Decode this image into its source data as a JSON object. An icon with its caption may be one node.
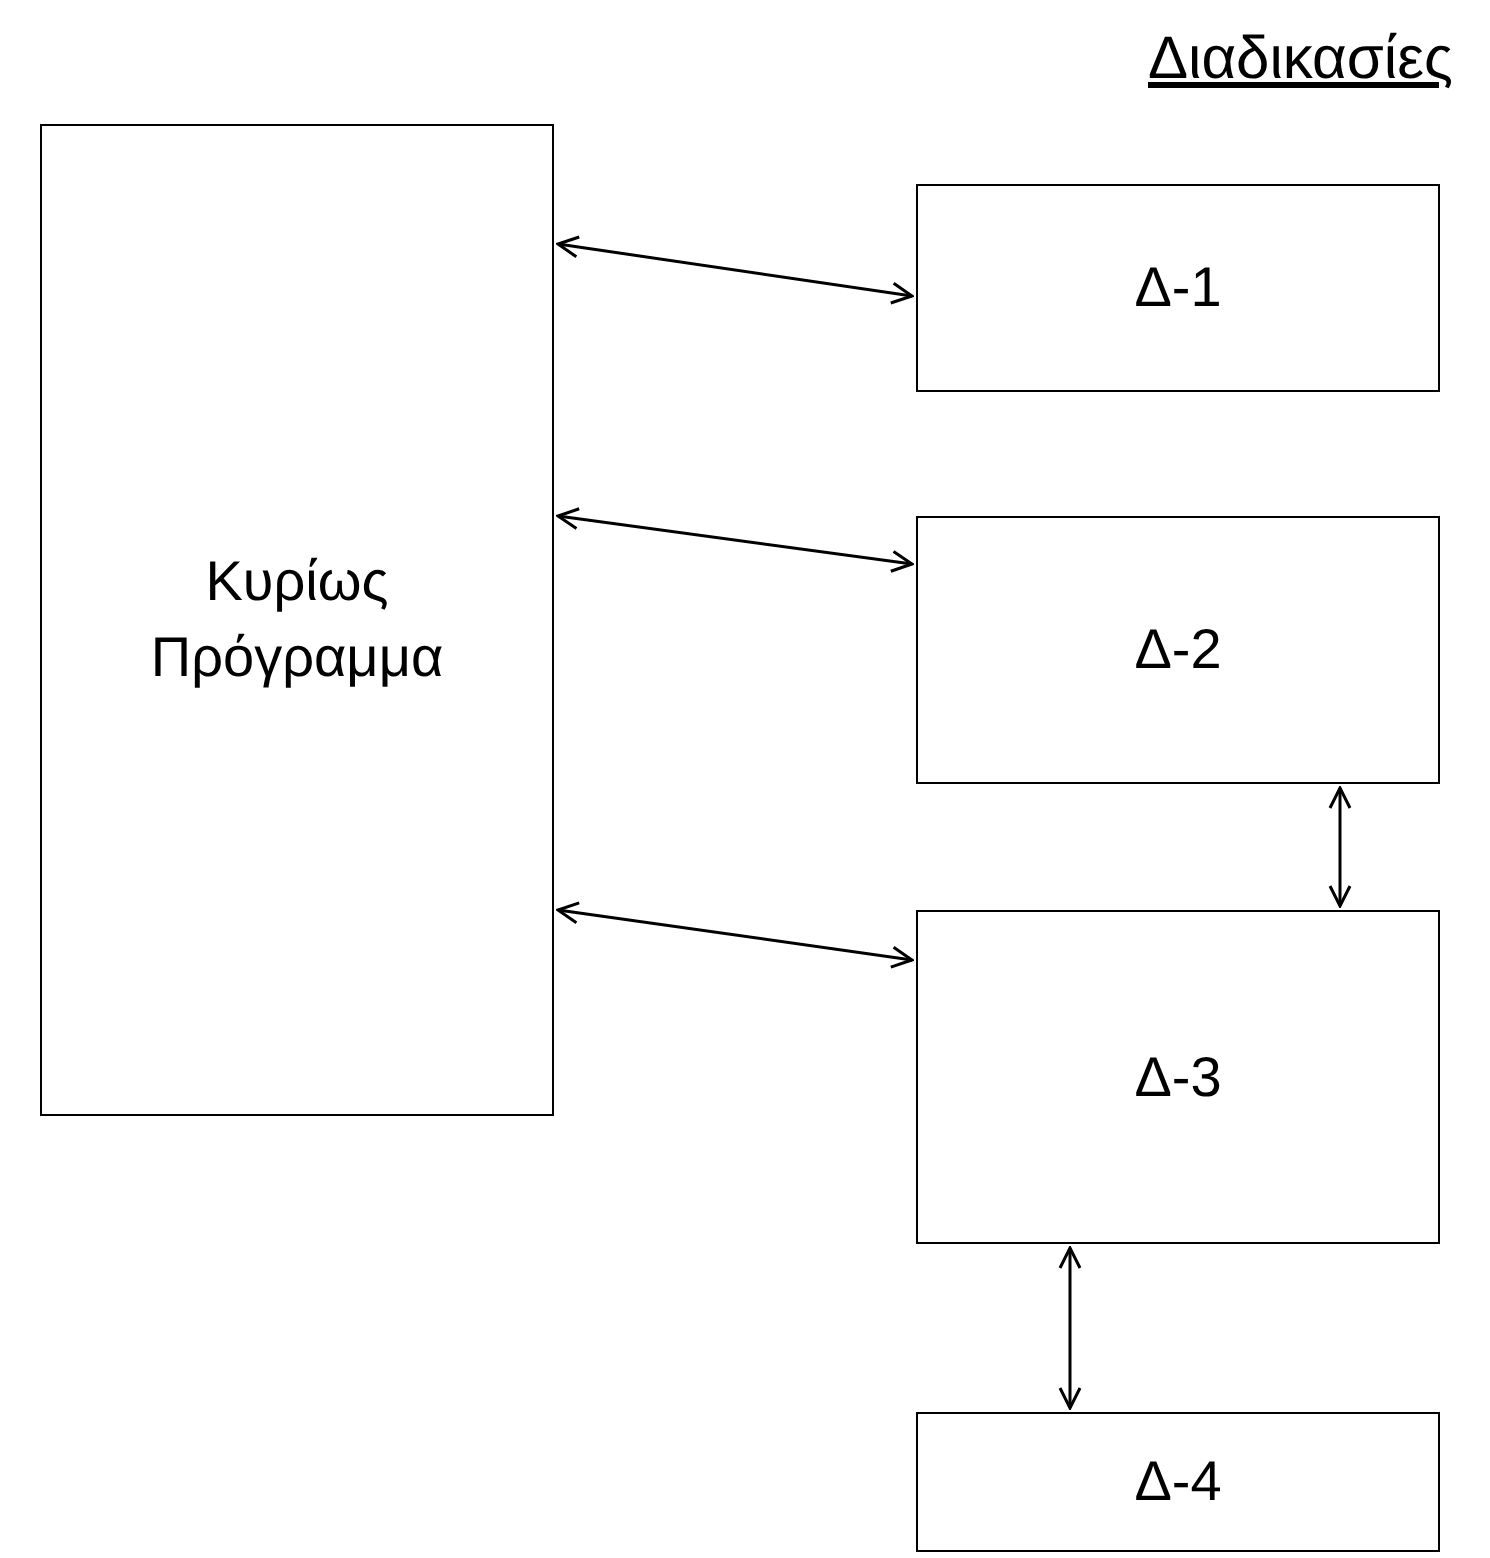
{
  "diagram": {
    "title": "Διαδικασίες",
    "nodes": [
      {
        "text": [
          "Κυρίως Πρόγραμμα"
        ]
      },
      {
        "text": [
          "Δ-1"
        ]
      },
      {
        "text": [
          "Δ-2"
        ]
      },
      {
        "text": [
          "Δ-3"
        ]
      },
      {
        "text": [
          "Δ-4"
        ]
      }
    ],
    "edges": [
      {
        "from": 0,
        "to": 1,
        "arrow": "both"
      },
      {
        "from": 0,
        "to": 2,
        "arrow": "both"
      },
      {
        "from": 0,
        "to": 3,
        "arrow": "both"
      },
      {
        "from": 2,
        "to": 3,
        "arrow": "both"
      },
      {
        "from": 3,
        "to": 4,
        "arrow": "both"
      }
    ]
  }
}
